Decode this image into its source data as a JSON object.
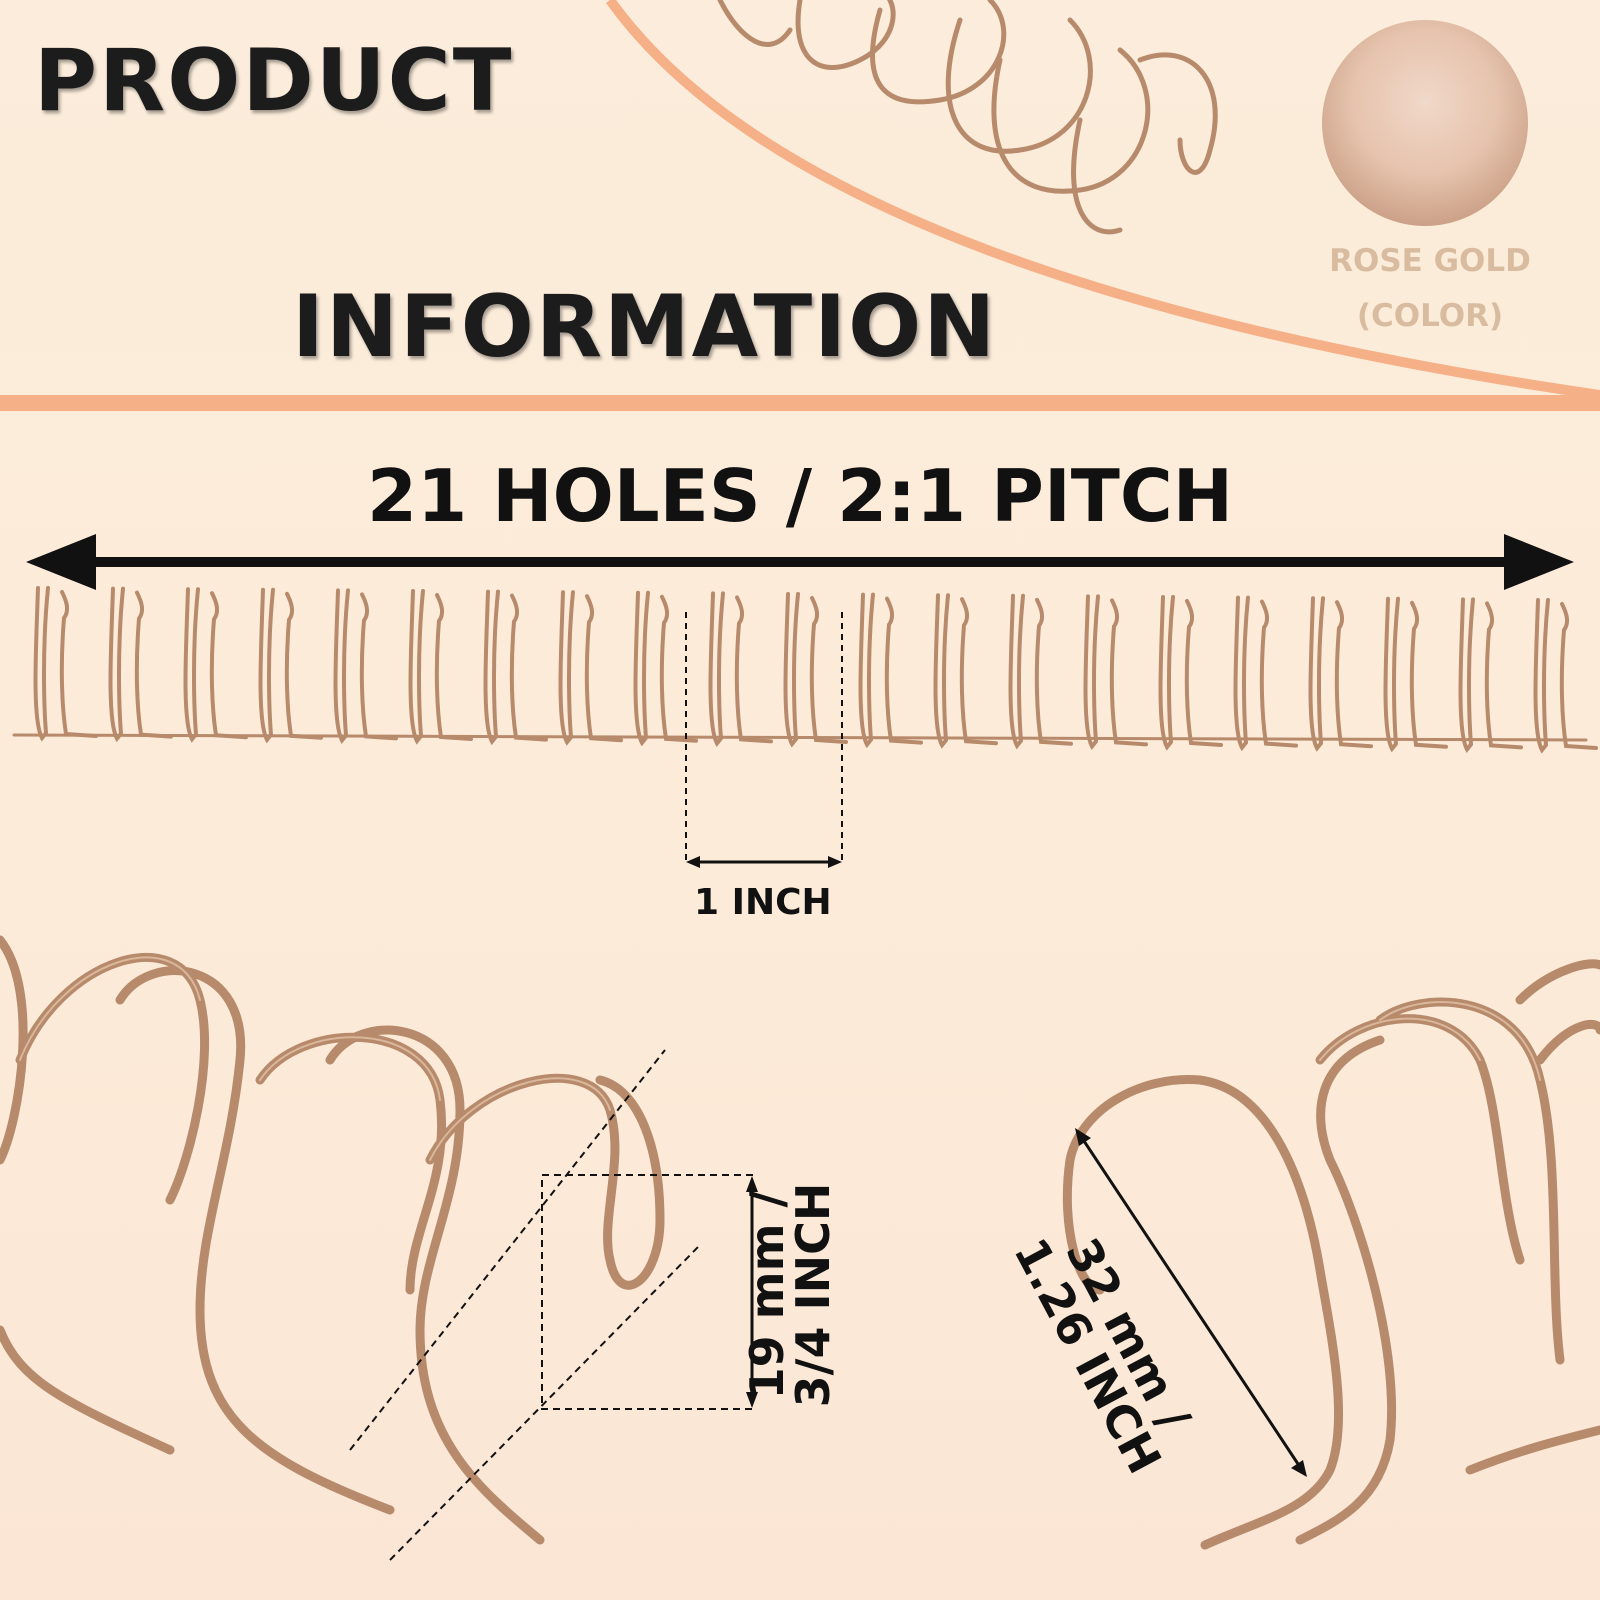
{
  "title": {
    "line1": "PRODUCT",
    "line2": "INFORMATION"
  },
  "color_swatch": {
    "name": "ROSE GOLD",
    "sub": "(COLOR)",
    "hex": "#e6c3ad"
  },
  "specs": {
    "holes": "21 HOLES / 2:1 PITCH",
    "hole_count": 21,
    "pitch_label": "1 INCH",
    "diameter_line1": "19 mm /",
    "diameter_line2": "3/4 INCH",
    "width_line1": "32 mm /",
    "width_line2": "1.26 INCH"
  },
  "colors": {
    "accent": "#f6b087",
    "wire": "#b78a6c",
    "wire_highlight": "#e2c2a6",
    "text": "#111111"
  },
  "icons": {
    "double_arrow": "double-arrow-icon",
    "dimension_arrow": "dimension-arrow-icon"
  }
}
